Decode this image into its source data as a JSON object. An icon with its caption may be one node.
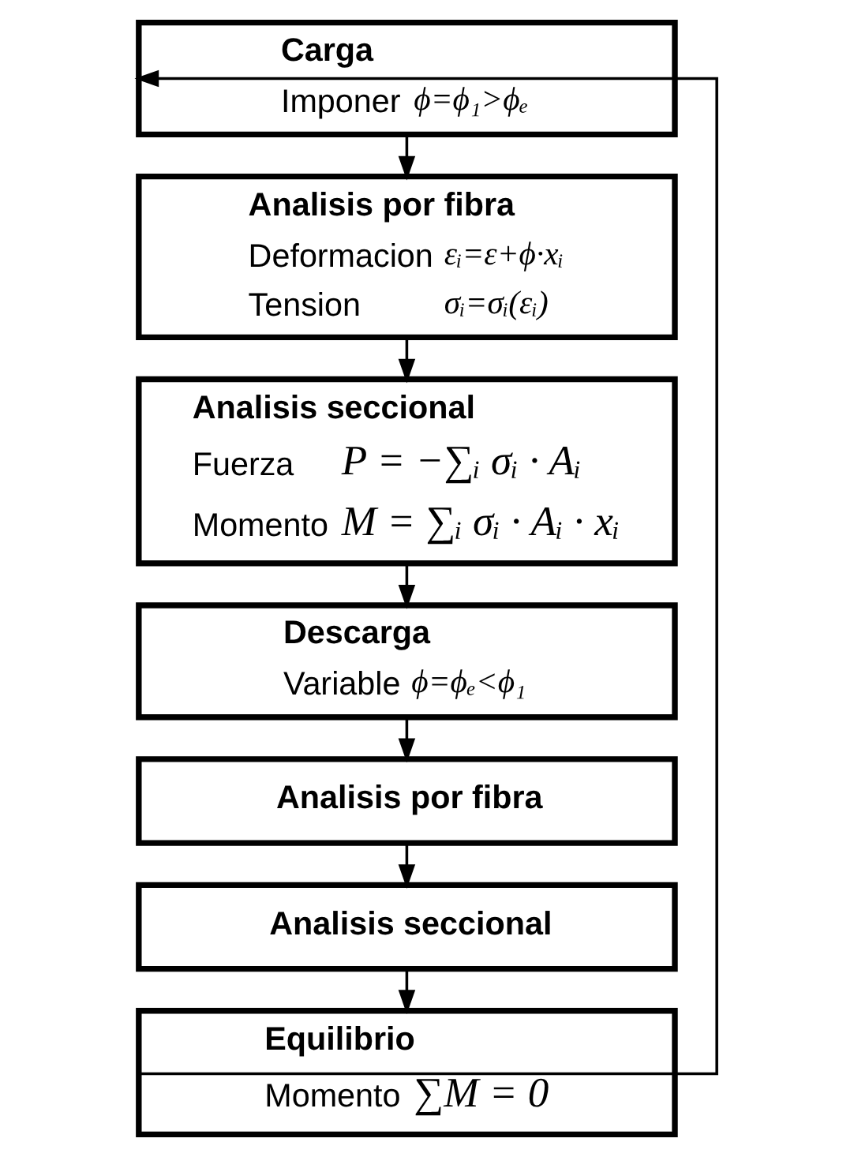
{
  "diagram": {
    "nodes": [
      {
        "text": [
          "Carga",
          "Imponer",
          "ϕ=ϕ₁>ϕₑ"
        ]
      },
      {
        "text": [
          "Analisis por fibra",
          "Deformacion",
          "εᵢ=ε+ϕ·xᵢ",
          "Tension",
          "σᵢ=σᵢ(εᵢ)"
        ]
      },
      {
        "text": [
          "Analisis seccional",
          "Fuerza",
          "P = −∑ᵢ σᵢ · Aᵢ",
          "Momento",
          "M = ∑ᵢ σᵢ · Aᵢ · xᵢ"
        ]
      },
      {
        "text": [
          "Descarga",
          "Variable",
          "ϕ=ϕₑ<ϕ₁"
        ]
      },
      {
        "text": [
          "Analisis por fibra"
        ]
      },
      {
        "text": [
          "Analisis seccional"
        ]
      },
      {
        "text": [
          "Equilibrio",
          "Momento",
          "∑M = 0"
        ]
      }
    ],
    "edges": [
      {
        "from": 0,
        "to": 1,
        "arrow": "to"
      },
      {
        "from": 1,
        "to": 2,
        "arrow": "to"
      },
      {
        "from": 2,
        "to": 3,
        "arrow": "to"
      },
      {
        "from": 3,
        "to": 4,
        "arrow": "to"
      },
      {
        "from": 4,
        "to": 5,
        "arrow": "to"
      },
      {
        "from": 5,
        "to": 6,
        "arrow": "to"
      },
      {
        "from": 6,
        "to": 0,
        "arrow": "to"
      }
    ]
  }
}
